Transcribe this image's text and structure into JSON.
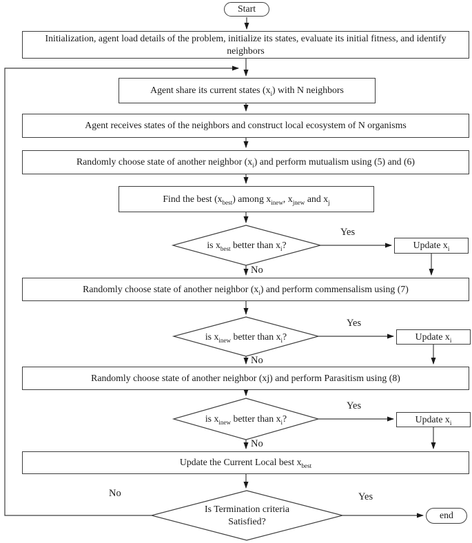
{
  "figure": {
    "type": "flowchart",
    "description_colors": {
      "stroke": "#3d3d3d",
      "text": "#1a1a1a",
      "node_fill": "#ffffff"
    }
  },
  "nodes": {
    "start": {
      "label": "Start"
    },
    "init": {
      "label": "Initialization, agent load details of the problem, initialize its states, evaluate its initial fitness, and identify neighbors"
    },
    "share": {
      "parts": [
        "Agent share its current states (x",
        "i",
        ")  with N neighbors"
      ]
    },
    "receive": {
      "label": "Agent receives states of the neighbors and construct local ecosystem of N organisms"
    },
    "mutualism": {
      "parts": [
        "Randomly choose state of another neighbor (x",
        "i",
        ") and perform mutualism using (5) and (6)"
      ]
    },
    "findbest": {
      "parts": [
        "Find the best (x",
        "best",
        ")  among  x",
        "inew",
        ", x",
        "jnew",
        " and x",
        "j"
      ]
    },
    "decision1": {
      "parts": [
        "is x",
        "best",
        " better than x",
        "i",
        "?"
      ]
    },
    "update1": {
      "parts": [
        "Update x",
        "i"
      ]
    },
    "commensalism": {
      "parts": [
        "Randomly choose state of another neighbor (x",
        "i",
        ") and perform commensalism using (7)"
      ]
    },
    "decision2": {
      "parts": [
        "is x",
        "inew",
        " better than x",
        "i",
        "?"
      ]
    },
    "update2": {
      "parts": [
        "Update x",
        "i"
      ]
    },
    "parasitism": {
      "label": "Randomly choose state of another neighbor (xj) and perform Parasitism using (8)"
    },
    "decision3": {
      "parts": [
        "is x",
        "inew",
        " better than x",
        "i",
        "?"
      ]
    },
    "update3": {
      "parts": [
        "Update x",
        "i"
      ]
    },
    "updatebest": {
      "parts": [
        "Update the Current Local best x",
        "best"
      ]
    },
    "termination": {
      "line1": "Is Termination criteria",
      "line2": "Satisfied?"
    },
    "end": {
      "label": "end"
    }
  },
  "edge_labels": {
    "yes1": "Yes",
    "no1": "No",
    "yes2": "Yes",
    "no2": "No",
    "yes3": "Yes",
    "no3": "No",
    "yes4": "Yes",
    "no4": "No"
  }
}
